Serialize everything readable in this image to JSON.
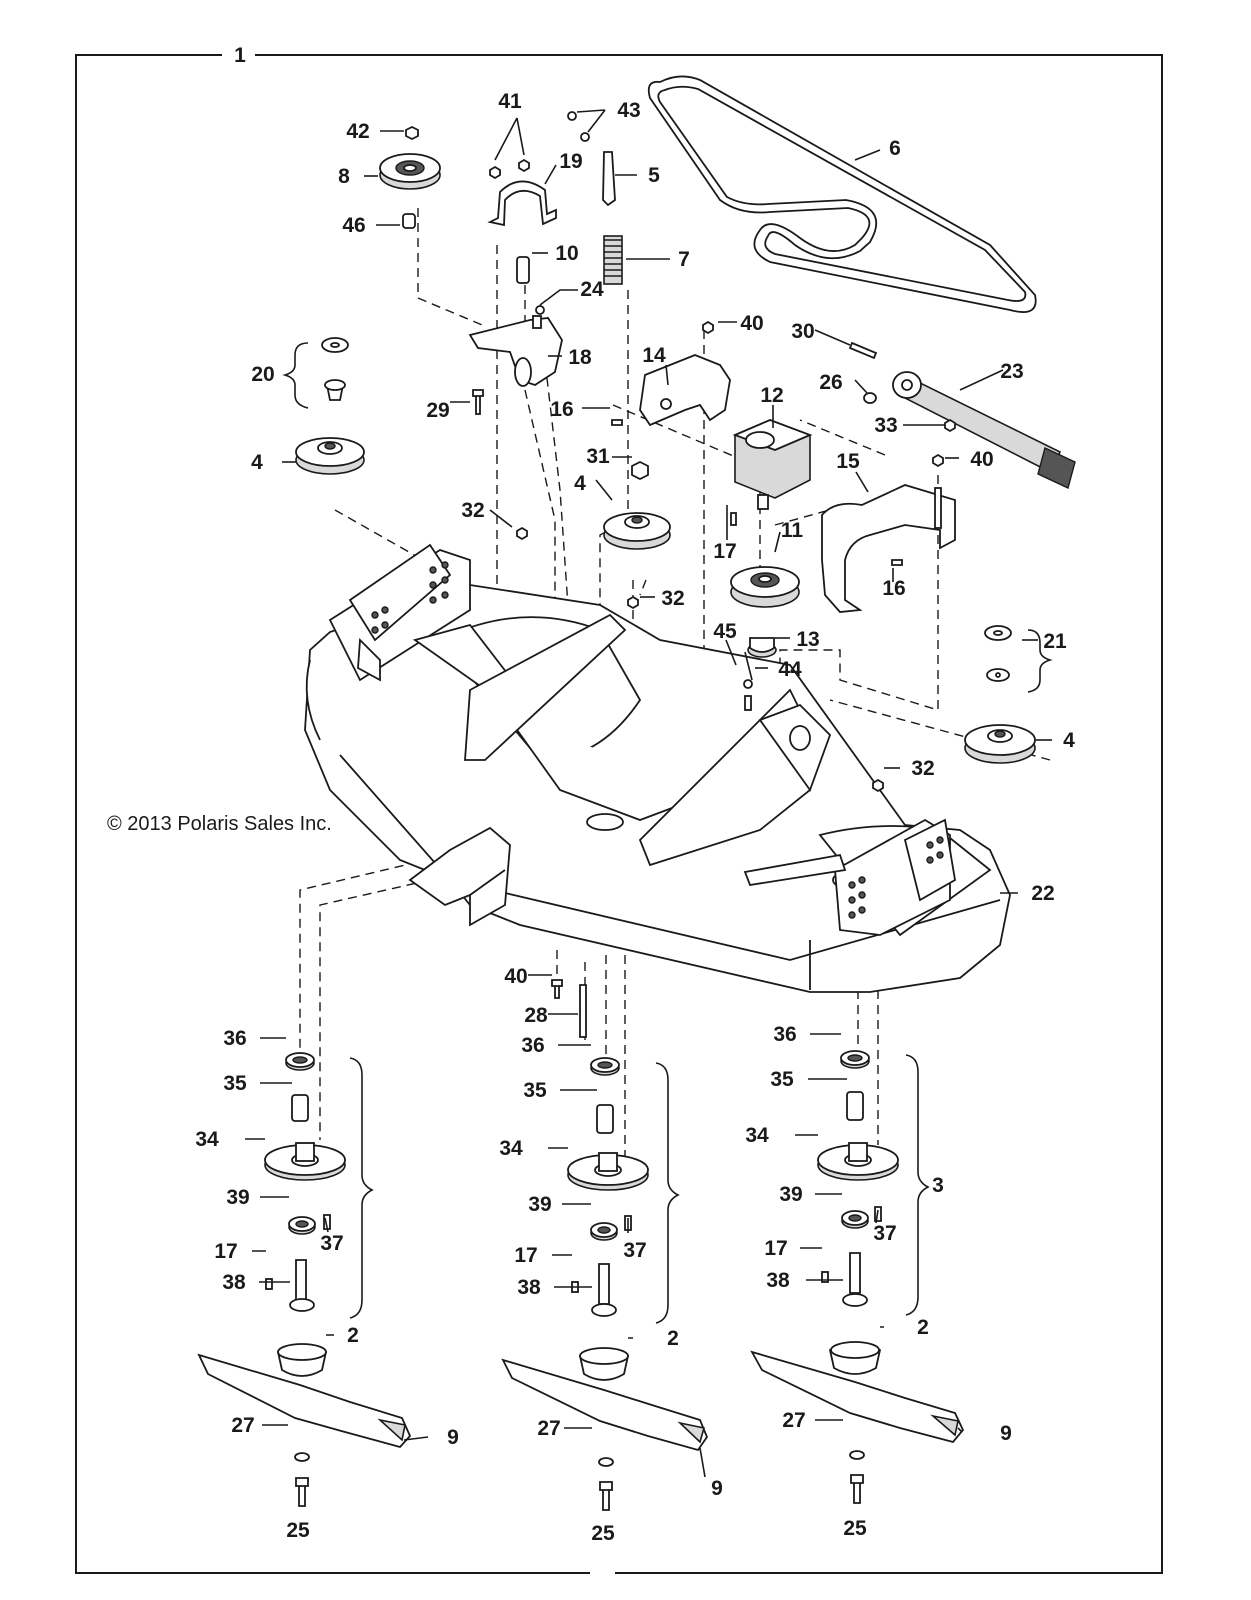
{
  "copyright": "© 2013 Polaris Sales Inc.",
  "assembly_number": "1",
  "callouts": {
    "c42": "42",
    "c8": "8",
    "c46": "46",
    "c41": "41",
    "c19": "19",
    "c43": "43",
    "c5": "5",
    "c7": "7",
    "c10": "10",
    "c24": "24",
    "c6": "6",
    "c40a": "40",
    "c30": "30",
    "c23": "23",
    "c20": "20",
    "c18": "18",
    "c14": "14",
    "c26": "26",
    "c12": "12",
    "c29": "29",
    "c16a": "16",
    "c33": "33",
    "c4a": "4",
    "c31": "31",
    "c15": "15",
    "c40b": "40",
    "c4b": "4",
    "c32a": "32",
    "c17a": "17",
    "c11": "11",
    "c16b": "16",
    "c32b": "32",
    "c45": "45",
    "c13": "13",
    "c21": "21",
    "c44": "44",
    "c4c": "4",
    "c32c": "32",
    "c22": "22",
    "c40c": "40",
    "c28": "28",
    "l36": "36",
    "l35": "35",
    "l34": "34",
    "l39": "39",
    "l37": "37",
    "l17": "17",
    "l38": "38",
    "l2": "2",
    "l27": "27",
    "l9": "9",
    "l25": "25",
    "m36": "36",
    "m35": "35",
    "m34": "34",
    "m39": "39",
    "m37": "37",
    "m17": "17",
    "m38": "38",
    "m2": "2",
    "m27": "27",
    "m9": "9",
    "m25": "25",
    "r36": "36",
    "r35": "35",
    "r34": "34",
    "r3": "3",
    "r39": "39",
    "r37": "37",
    "r17": "17",
    "r38": "38",
    "r2": "2",
    "r27": "27",
    "r9": "9",
    "r25": "25"
  }
}
